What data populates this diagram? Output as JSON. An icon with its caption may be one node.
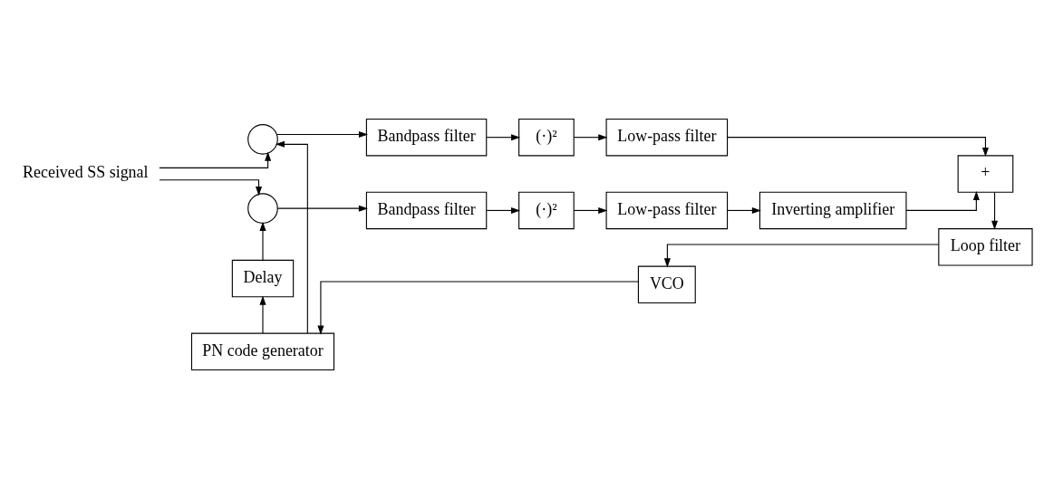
{
  "diagram": {
    "nodes": [
      {
        "text": [
          "Received SS signal"
        ]
      },
      {
        "text": [],
        "shape": "circle"
      },
      {
        "text": [
          "Bandpass filter"
        ]
      },
      {
        "text": [
          "(·)²"
        ]
      },
      {
        "text": [
          "Low-pass filter"
        ]
      },
      {
        "text": [
          "+"
        ]
      },
      {
        "text": [],
        "shape": "circle"
      },
      {
        "text": [
          "Bandpass filter"
        ]
      },
      {
        "text": [
          "(·)²"
        ]
      },
      {
        "text": [
          "Low-pass filter"
        ]
      },
      {
        "text": [
          "Inverting amplifier"
        ]
      },
      {
        "text": [
          "Delay"
        ]
      },
      {
        "text": [
          "PN code generator"
        ]
      },
      {
        "text": [
          "VCO"
        ]
      },
      {
        "text": [
          "Loop filter"
        ]
      }
    ],
    "edges": [
      {
        "from": 0,
        "to": 1,
        "arrow": "to"
      },
      {
        "from": 0,
        "to": 6,
        "arrow": "to"
      },
      {
        "from": 1,
        "to": 2,
        "arrow": "to"
      },
      {
        "from": 2,
        "to": 3,
        "arrow": "to"
      },
      {
        "from": 3,
        "to": 4,
        "arrow": "to"
      },
      {
        "from": 4,
        "to": 5,
        "arrow": "to"
      },
      {
        "from": 6,
        "to": 7,
        "arrow": "to"
      },
      {
        "from": 7,
        "to": 8,
        "arrow": "to"
      },
      {
        "from": 8,
        "to": 9,
        "arrow": "to"
      },
      {
        "from": 9,
        "to": 10,
        "arrow": "to"
      },
      {
        "from": 10,
        "to": 5,
        "arrow": "to"
      },
      {
        "from": 5,
        "to": 14,
        "arrow": "to"
      },
      {
        "from": 14,
        "to": 13,
        "arrow": "to"
      },
      {
        "from": 13,
        "to": 12,
        "arrow": "to"
      },
      {
        "from": 12,
        "to": 11,
        "arrow": "to"
      },
      {
        "from": 11,
        "to": 6,
        "arrow": "to"
      },
      {
        "from": 12,
        "to": 1,
        "arrow": "to"
      }
    ]
  }
}
